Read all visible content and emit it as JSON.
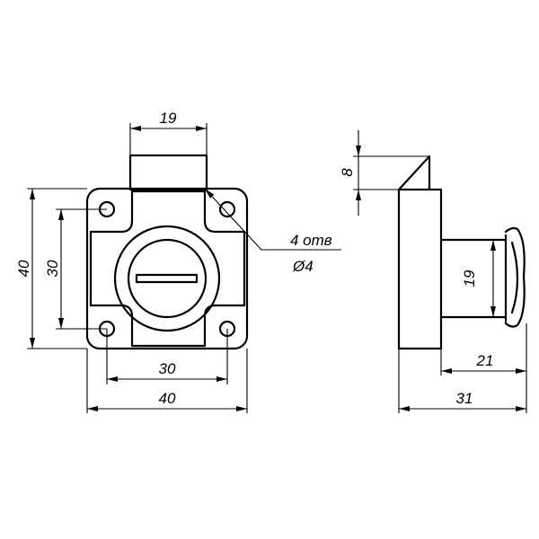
{
  "front_view": {
    "dims": {
      "top_width": "19",
      "outer_height": "40",
      "hole_height": "30",
      "hole_width": "30",
      "outer_width": "40"
    },
    "callout": {
      "count": "4 отв",
      "diameter": "Ø4"
    }
  },
  "side_view": {
    "dims": {
      "bolt_height": "8",
      "body_height": "19",
      "depth_inner": "21",
      "depth_total": "31"
    }
  },
  "colors": {
    "line": "#000000",
    "background": "#ffffff"
  }
}
